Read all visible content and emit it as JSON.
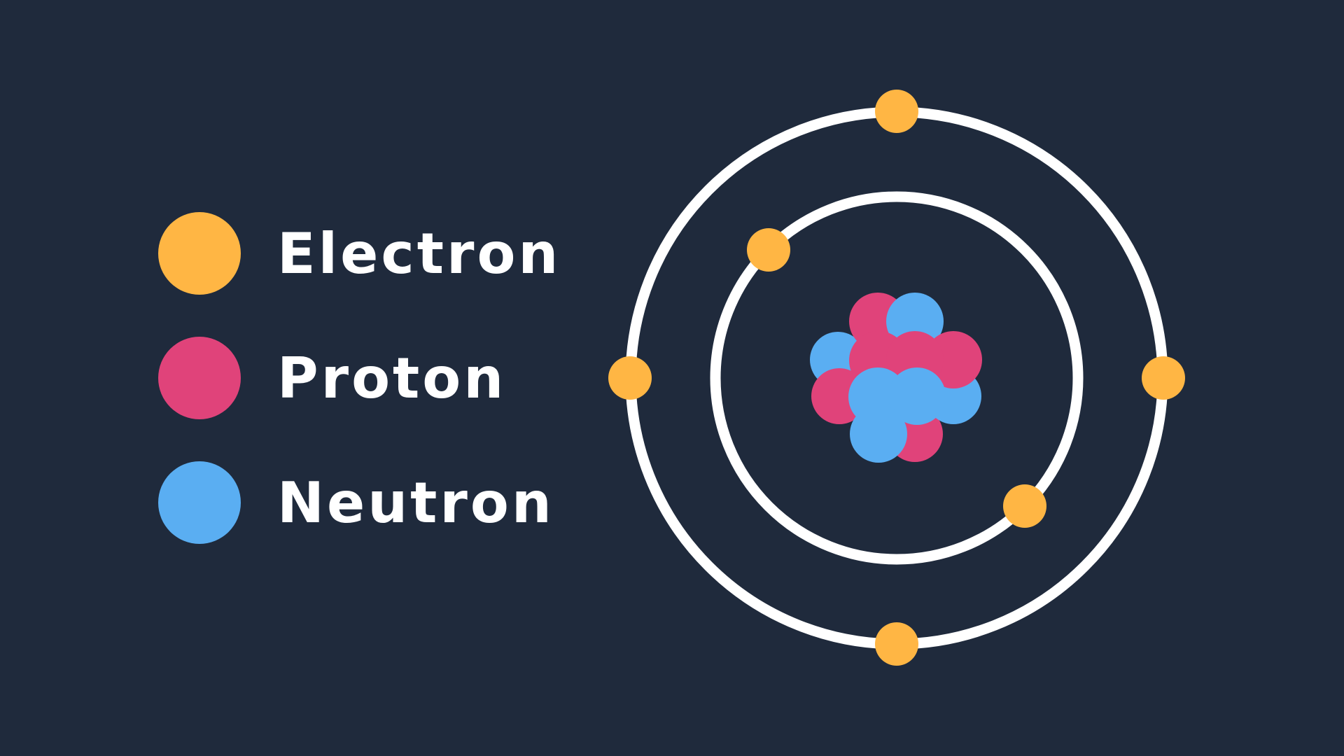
{
  "background_color": "#1f2a3c",
  "legend": {
    "items": [
      {
        "label": "Electron",
        "color": "#ffb644",
        "icon": "electron-dot"
      },
      {
        "label": "Proton",
        "color": "#e0437a",
        "icon": "proton-dot"
      },
      {
        "label": "Neutron",
        "color": "#5aaef2",
        "icon": "neutron-dot"
      }
    ]
  },
  "atom": {
    "orbit_color": "#ffffff",
    "shells": [
      {
        "name": "inner-shell",
        "electron_count": 2
      },
      {
        "name": "outer-shell",
        "electron_count": 4
      }
    ],
    "nucleus": {
      "proton_count": 6,
      "neutron_count": 6
    }
  }
}
